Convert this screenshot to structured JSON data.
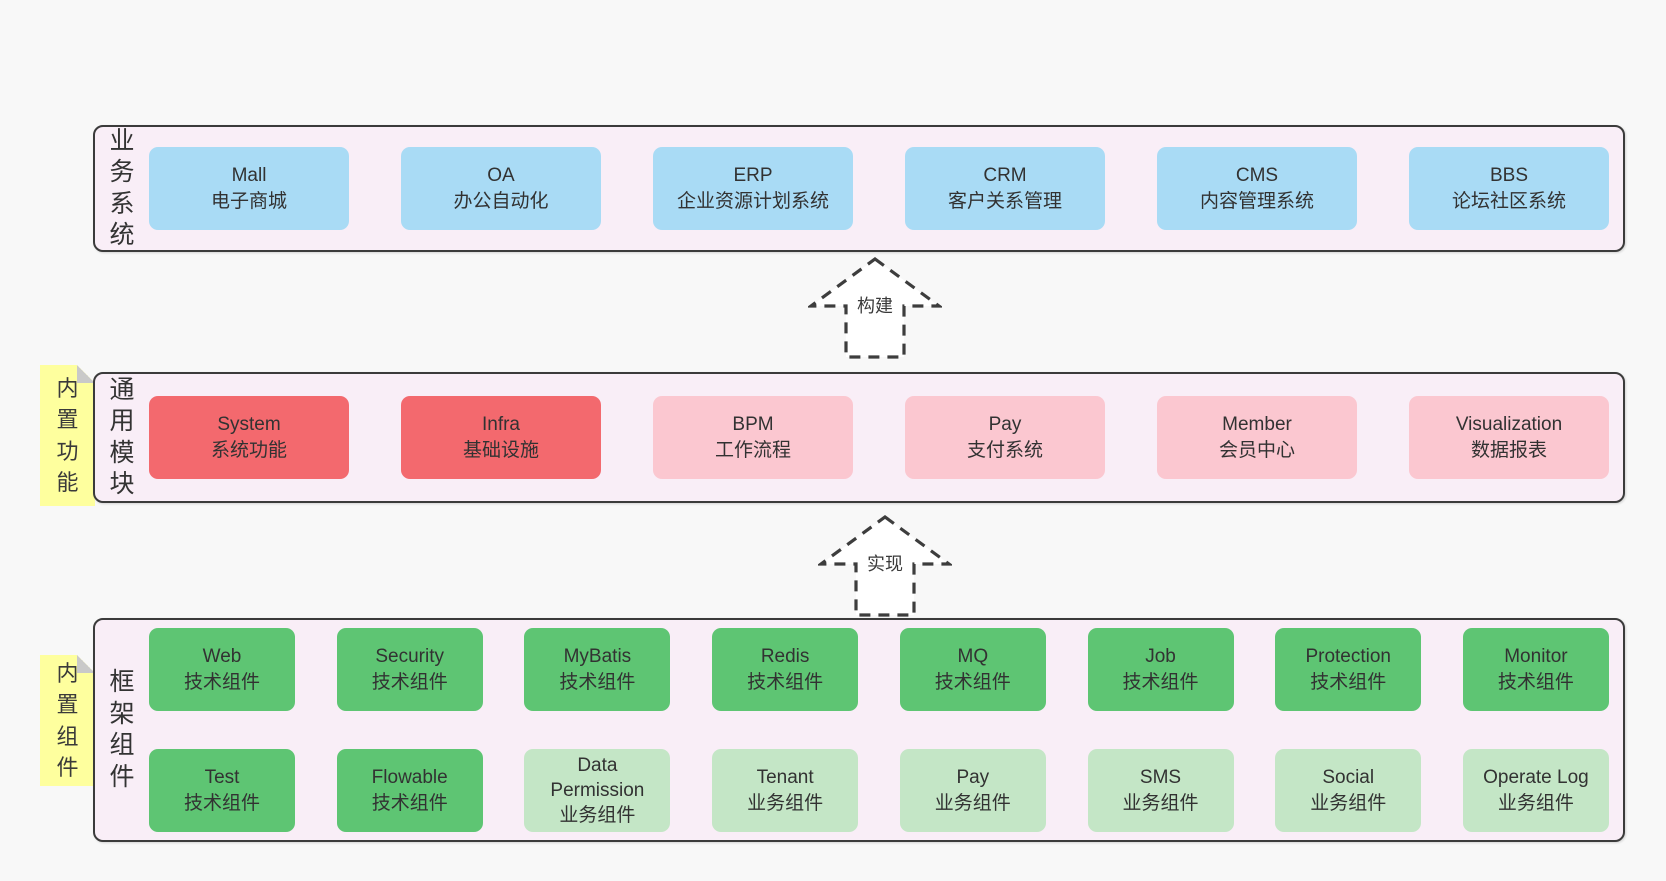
{
  "palette": {
    "page-bg": "#f8f8f8",
    "panel-bg": "#f9eef7",
    "panel-border": "#3b3b3b",
    "blue": "#a9dbf5",
    "red": "#f3696e",
    "pink": "#fbc7d0",
    "green": "#5ec573",
    "light-green": "#c4e6c6",
    "yellow": "#feff9e",
    "fold-gray": "#c9c9c9",
    "text": "#333333",
    "arrow": "#3d3d3d"
  },
  "sections": {
    "business": {
      "label": "业务系统",
      "boxes": [
        {
          "title": "Mall",
          "subtitle": "电子商城",
          "variant": "blue"
        },
        {
          "title": "OA",
          "subtitle": "办公自动化",
          "variant": "blue"
        },
        {
          "title": "ERP",
          "subtitle": "企业资源计划系统",
          "variant": "blue"
        },
        {
          "title": "CRM",
          "subtitle": "客户关系管理",
          "variant": "blue"
        },
        {
          "title": "CMS",
          "subtitle": "内容管理系统",
          "variant": "blue"
        },
        {
          "title": "BBS",
          "subtitle": "论坛社区系统",
          "variant": "blue"
        }
      ]
    },
    "common": {
      "label": "通用模块",
      "sticky": "内置功能",
      "boxes": [
        {
          "title": "System",
          "subtitle": "系统功能",
          "variant": "red"
        },
        {
          "title": "Infra",
          "subtitle": "基础设施",
          "variant": "red"
        },
        {
          "title": "BPM",
          "subtitle": "工作流程",
          "variant": "pink"
        },
        {
          "title": "Pay",
          "subtitle": "支付系统",
          "variant": "pink"
        },
        {
          "title": "Member",
          "subtitle": "会员中心",
          "variant": "pink"
        },
        {
          "title": "Visualization",
          "subtitle": "数据报表",
          "variant": "pink"
        }
      ]
    },
    "framework": {
      "label": "框架组件",
      "sticky": "内置组件",
      "rows": [
        [
          {
            "title": "Web",
            "subtitle": "技术组件",
            "variant": "green"
          },
          {
            "title": "Security",
            "subtitle": "技术组件",
            "variant": "green"
          },
          {
            "title": "MyBatis",
            "subtitle": "技术组件",
            "variant": "green"
          },
          {
            "title": "Redis",
            "subtitle": "技术组件",
            "variant": "green"
          },
          {
            "title": "MQ",
            "subtitle": "技术组件",
            "variant": "green"
          },
          {
            "title": "Job",
            "subtitle": "技术组件",
            "variant": "green"
          },
          {
            "title": "Protection",
            "subtitle": "技术组件",
            "variant": "green"
          },
          {
            "title": "Monitor",
            "subtitle": "技术组件",
            "variant": "green"
          }
        ],
        [
          {
            "title": "Test",
            "subtitle": "技术组件",
            "variant": "green"
          },
          {
            "title": "Flowable",
            "subtitle": "技术组件",
            "variant": "green"
          },
          {
            "title": "Data Permission",
            "subtitle": "业务组件",
            "variant": "light-green"
          },
          {
            "title": "Tenant",
            "subtitle": "业务组件",
            "variant": "light-green"
          },
          {
            "title": "Pay",
            "subtitle": "业务组件",
            "variant": "light-green"
          },
          {
            "title": "SMS",
            "subtitle": "业务组件",
            "variant": "light-green"
          },
          {
            "title": "Social",
            "subtitle": "业务组件",
            "variant": "light-green"
          },
          {
            "title": "Operate Log",
            "subtitle": "业务组件",
            "variant": "light-green"
          }
        ]
      ]
    }
  },
  "arrows": [
    {
      "label": "构建"
    },
    {
      "label": "实现"
    }
  ]
}
